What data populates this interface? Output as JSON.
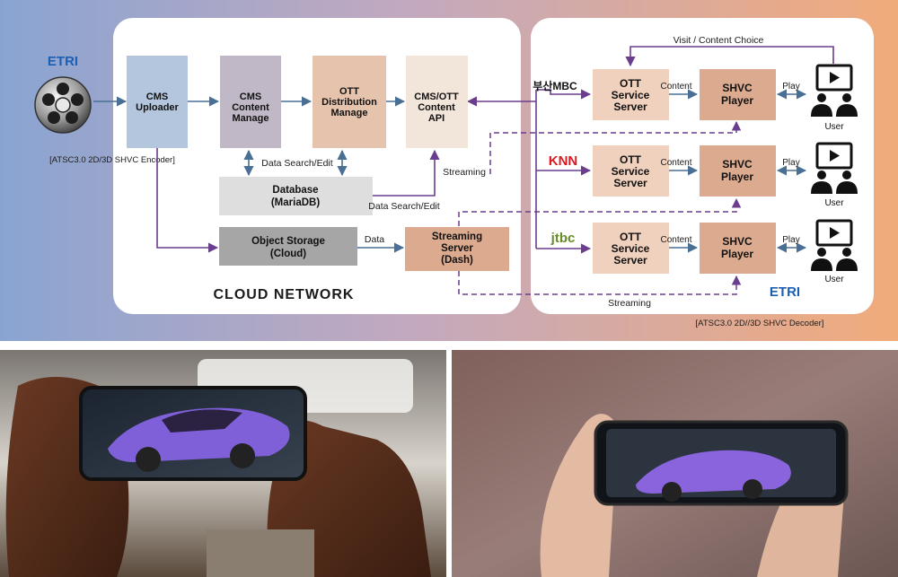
{
  "brands": {
    "etri": "ETRI",
    "busan_mbc": "부산MBC",
    "knn": "KNN",
    "jtbc": "jtbc"
  },
  "captions": {
    "encoder": "[ATSC3.0 2D/3D SHVC Encoder]",
    "decoder": "[ATSC3.0 2D//3D SHVC Decoder]",
    "cloud_network": "CLOUD NETWORK"
  },
  "nodes": {
    "cms_uploader": [
      "CMS",
      "Uploader"
    ],
    "cms_content_manage": [
      "CMS",
      "Content",
      "Manage"
    ],
    "ott_distribution_manage": [
      "OTT",
      "Distribution",
      "Manage"
    ],
    "cms_ott_content_api": [
      "CMS/OTT",
      "Content",
      "API"
    ],
    "database": [
      "Database",
      "(MariaDB)"
    ],
    "object_storage": [
      "Object Storage",
      "(Cloud)"
    ],
    "streaming_server": [
      "Streaming",
      "Server",
      "(Dash)"
    ],
    "ott_service_server": [
      "OTT",
      "Service",
      "Server"
    ],
    "shvc_player": [
      "SHVC",
      "Player"
    ],
    "user": "User"
  },
  "edge_labels": {
    "data_search_edit": "Data Search/Edit",
    "streaming": "Streaming",
    "data": "Data",
    "content": "Content",
    "play": "Play",
    "visit_content_choice": "Visit / Content Choice"
  },
  "colors": {
    "uploader": "#b4c6de",
    "content_manage": "#c0b8c6",
    "distribution": "#e6c3ad",
    "api": "#f2e5da",
    "database": "#dedede",
    "storage": "#a6a6a6",
    "ott_server": "#f0d1bd",
    "shvc_player": "#dcaa8e",
    "purple_line": "#6a3d8e",
    "blue_line": "#4a6f95"
  },
  "icons": {
    "film_reel": "film-reel-icon",
    "user": "user-audience-icon"
  }
}
